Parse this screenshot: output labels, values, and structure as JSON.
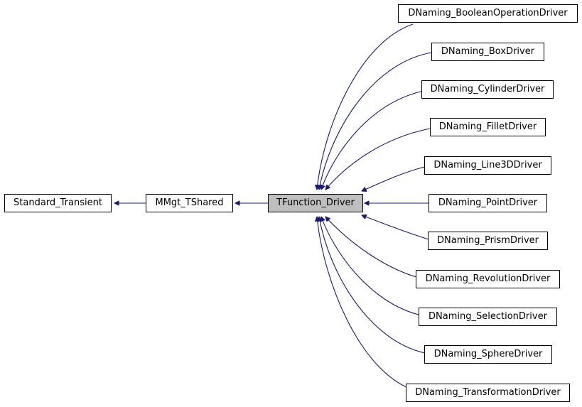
{
  "diagram": {
    "edge_color": "#191970",
    "focus_fill": "#bfbfbf",
    "nodes": {
      "standard_transient": "Standard_Transient",
      "mmgt_tshared": "MMgt_TShared",
      "tfunction_driver": "TFunction_Driver",
      "boolean_operation": "DNaming_BooleanOperationDriver",
      "box": "DNaming_BoxDriver",
      "cylinder": "DNaming_CylinderDriver",
      "fillet": "DNaming_FilletDriver",
      "line3d": "DNaming_Line3DDriver",
      "point": "DNaming_PointDriver",
      "prism": "DNaming_PrismDriver",
      "revolution": "DNaming_RevolutionDriver",
      "selection": "DNaming_SelectionDriver",
      "sphere": "DNaming_SphereDriver",
      "transformation": "DNaming_TransformationDriver"
    }
  }
}
